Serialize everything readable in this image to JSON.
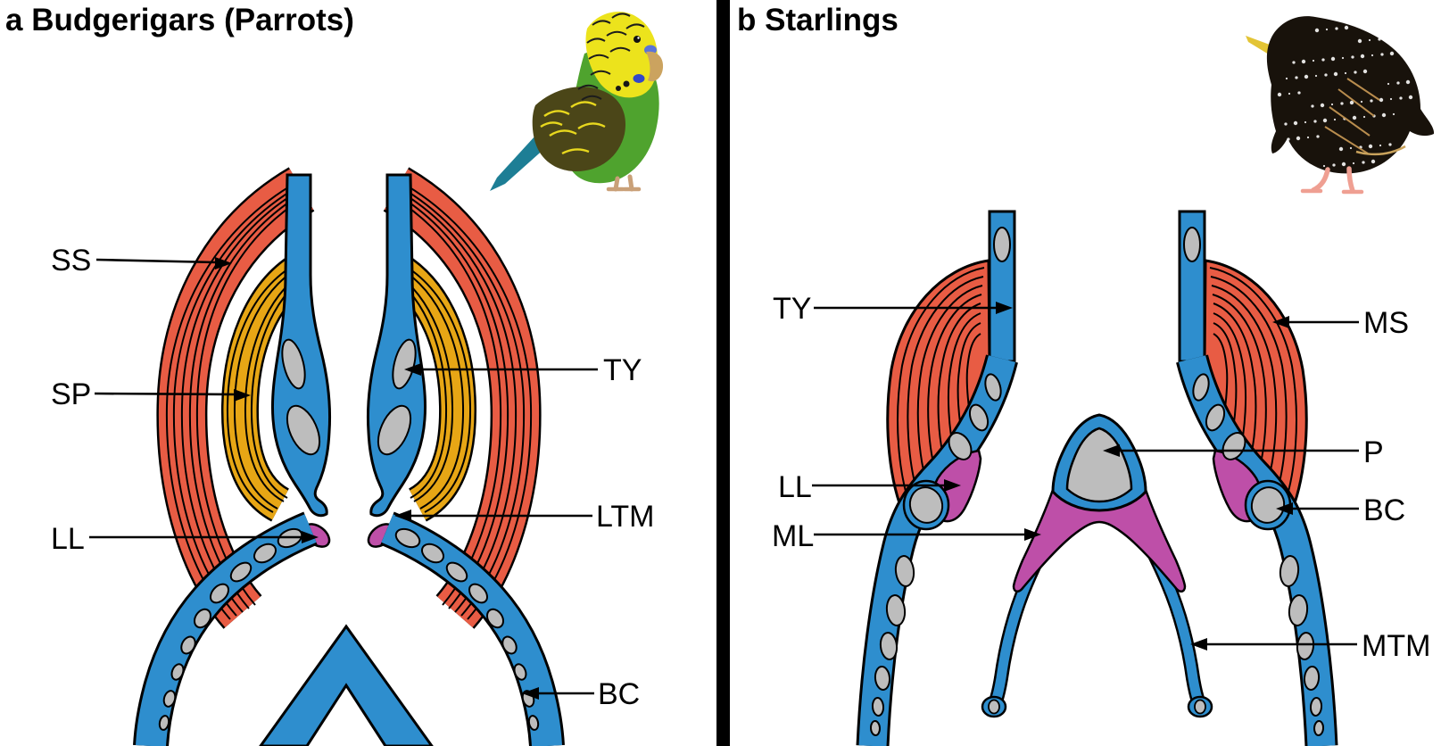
{
  "figure": {
    "panel_a": {
      "title": "a Budgerigars (Parrots)",
      "bird": "budgerigar",
      "labels": {
        "ss": "SS",
        "sp": "SP",
        "ty": "TY",
        "ll": "LL",
        "ltm": "LTM",
        "bc": "BC"
      }
    },
    "panel_b": {
      "title": "b Starlings",
      "bird": "starling",
      "labels": {
        "ty": "TY",
        "ms": "MS",
        "ll": "LL",
        "ml": "ML",
        "p": "P",
        "bc": "BC",
        "mtm": "MTM"
      }
    },
    "colors": {
      "muscle_red": "#E85C44",
      "muscle_yellow": "#E7A615",
      "airway_blue": "#2E8ECE",
      "cartilage_gray": "#BDBDBD",
      "labium_magenta": "#BE4FA8",
      "outline": "#000000",
      "divider": "#000000"
    }
  }
}
